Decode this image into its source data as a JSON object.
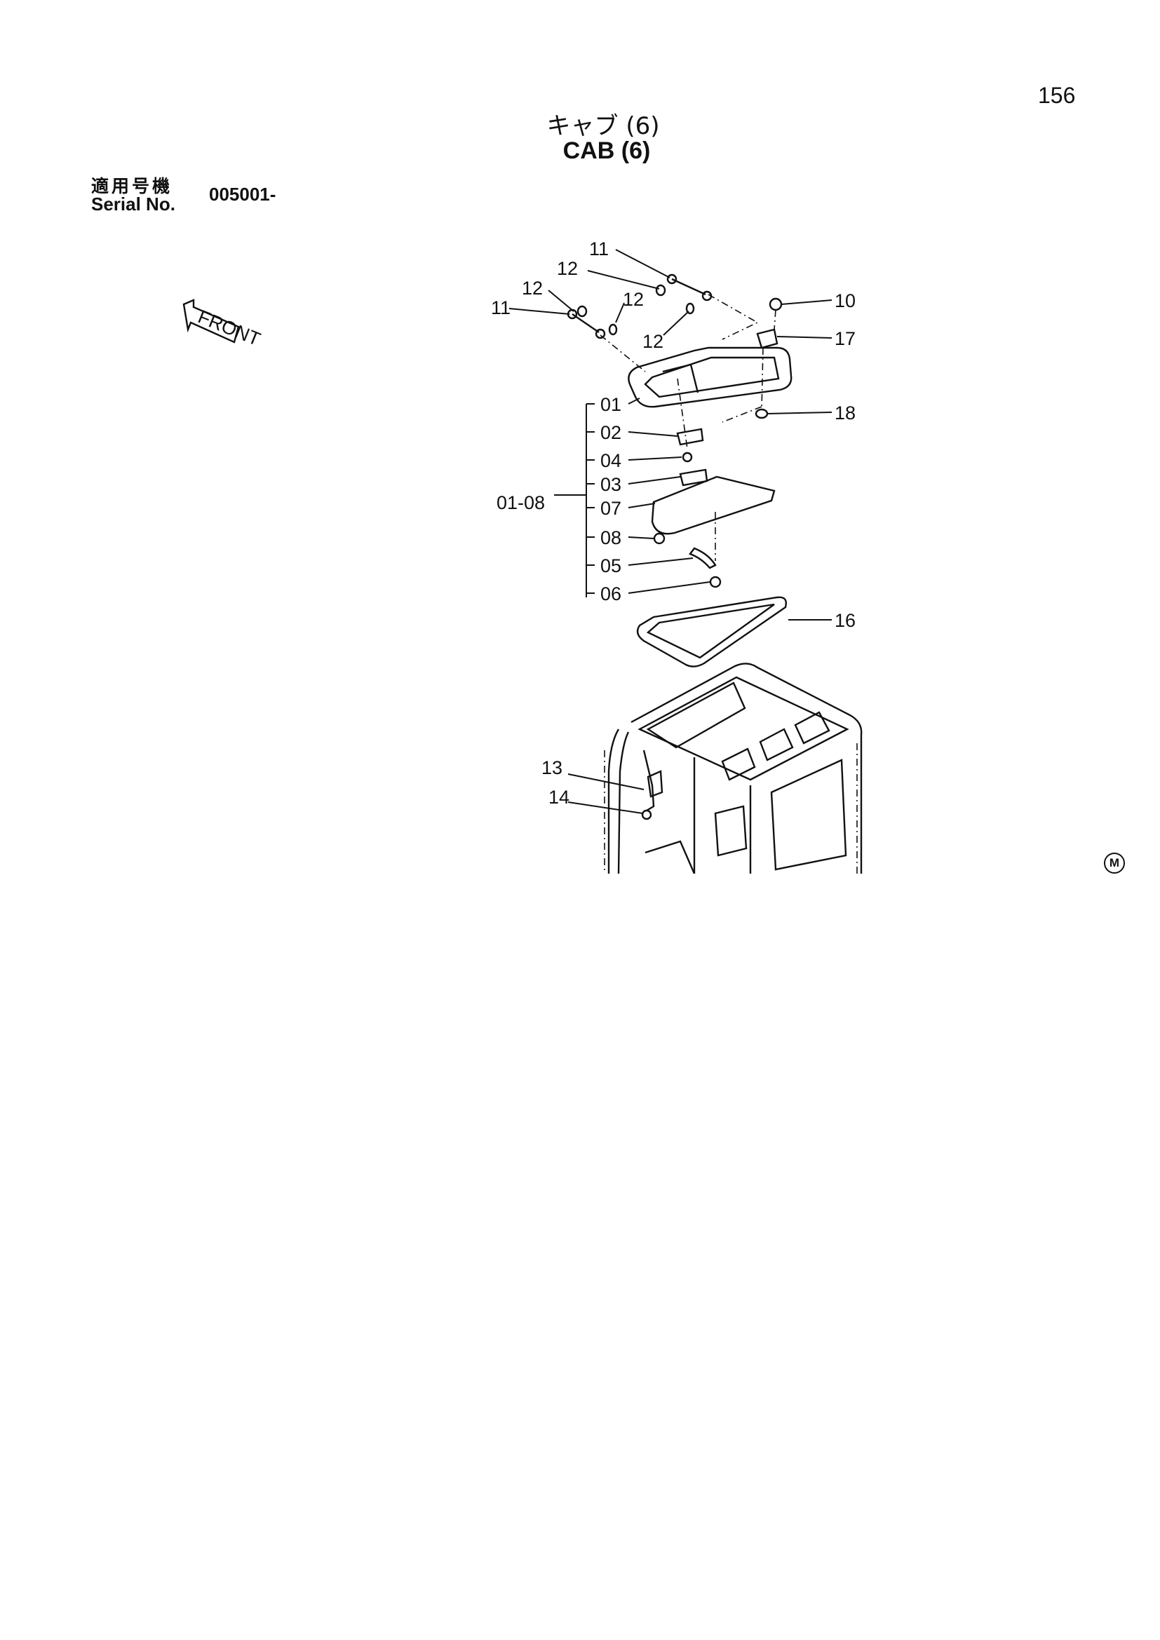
{
  "page": {
    "number": "156"
  },
  "title": {
    "japanese": "キャブ (6)",
    "english": "CAB (6)"
  },
  "serial": {
    "label_ja": "適用号機",
    "label_en": "Serial No.",
    "value": "005001-"
  },
  "front_arrow": {
    "label": "FRONT"
  },
  "mark": "M",
  "callouts": {
    "c11a": "11",
    "c12a": "12",
    "c12b": "12",
    "c11b": "11",
    "c12c": "12",
    "c12d": "12",
    "c10": "10",
    "c17": "17",
    "c18": "18",
    "c01": "01",
    "c02": "02",
    "c04": "04",
    "c03": "03",
    "c0108": "01-08",
    "c07": "07",
    "c08": "08",
    "c05": "05",
    "c06": "06",
    "c16": "16",
    "c13": "13",
    "c14": "14"
  }
}
